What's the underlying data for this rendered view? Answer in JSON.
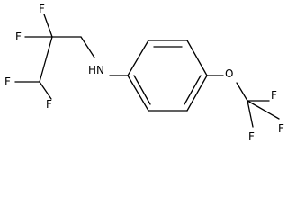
{
  "molecule": {
    "atoms": {
      "f1": "F",
      "f2": "F",
      "f3": "F",
      "f4": "F",
      "nh": "HN",
      "o": "O",
      "f5": "F",
      "f6": "F",
      "f7": "F"
    }
  },
  "colors": {
    "bond": "#000000",
    "label": "#000000",
    "background": "#ffffff"
  }
}
